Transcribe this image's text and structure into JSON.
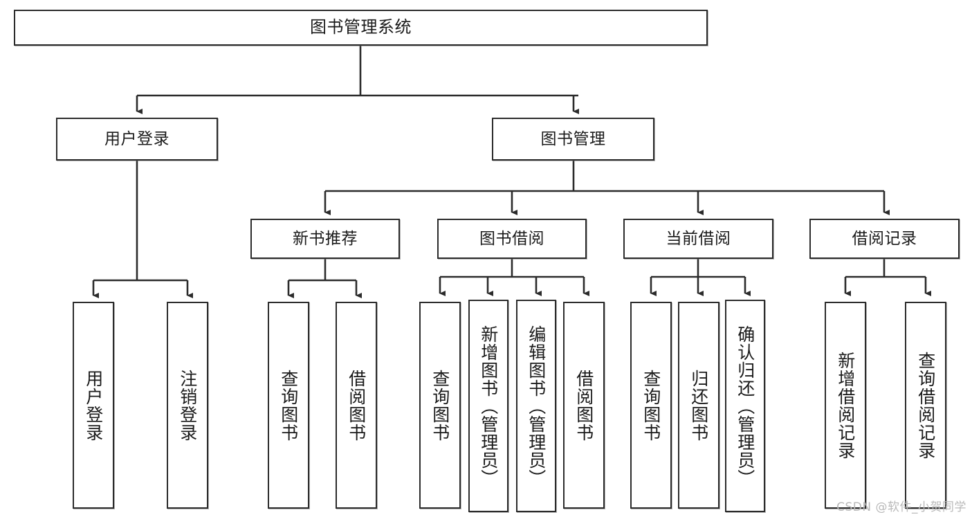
{
  "diagram": {
    "type": "tree",
    "title": "图书管理系统",
    "orientation": "top-down",
    "edge_style": "orthogonal-arrow",
    "colors": {
      "box_border": "#2b2b2b",
      "box_fill": "#ffffff",
      "edge": "#2b2b2b",
      "text": "#1a1a1a",
      "watermark": "#b9b9b9"
    },
    "root": {
      "label": "图书管理系统",
      "children": [
        {
          "label": "用户登录",
          "children": [
            {
              "label": "用户登录"
            },
            {
              "label": "注销登录"
            }
          ]
        },
        {
          "label": "图书管理",
          "children": [
            {
              "label": "新书推荐",
              "children": [
                {
                  "label": "查询图书"
                },
                {
                  "label": "借阅图书"
                }
              ]
            },
            {
              "label": "图书借阅",
              "children": [
                {
                  "label": "查询图书"
                },
                {
                  "label": "新增图书（管理员）"
                },
                {
                  "label": "编辑图书（管理员）"
                },
                {
                  "label": "借阅图书"
                }
              ]
            },
            {
              "label": "当前借阅",
              "children": [
                {
                  "label": "查询图书"
                },
                {
                  "label": "归还图书"
                },
                {
                  "label": "确认归还（管理员）"
                }
              ]
            },
            {
              "label": "借阅记录",
              "children": [
                {
                  "label": "新增借阅记录"
                },
                {
                  "label": "查询借阅记录"
                }
              ]
            }
          ]
        }
      ]
    },
    "nodes": {
      "root": {
        "label": "图书管理系统"
      },
      "l2_user_login": {
        "label": "用户登录"
      },
      "l2_book_mgmt": {
        "label": "图书管理"
      },
      "l3_new_book_rec": {
        "label": "新书推荐"
      },
      "l3_book_borrow": {
        "label": "图书借阅"
      },
      "l3_current_borrow": {
        "label": "当前借阅"
      },
      "l3_borrow_record": {
        "label": "借阅记录"
      },
      "leaf_user_login": {
        "label": "用户登录"
      },
      "leaf_logout": {
        "label": "注销登录"
      },
      "leaf_rec_query_book": {
        "label": "查询图书"
      },
      "leaf_rec_borrow_book": {
        "label": "借阅图书"
      },
      "leaf_borrow_query_book": {
        "label": "查询图书"
      },
      "leaf_add_book_admin": {
        "label": "新增图书（管理员）"
      },
      "leaf_edit_book_admin": {
        "label": "编辑图书（管理员）"
      },
      "leaf_borrow_book": {
        "label": "借阅图书"
      },
      "leaf_cur_query_book": {
        "label": "查询图书"
      },
      "leaf_return_book": {
        "label": "归还图书"
      },
      "leaf_confirm_return_admin": {
        "label": "确认归还（管理员）"
      },
      "leaf_add_borrow_record": {
        "label": "新增借阅记录"
      },
      "leaf_query_borrow_record": {
        "label": "查询借阅记录"
      }
    }
  },
  "watermark": {
    "text": "CSDN @软件_小贺同学"
  }
}
